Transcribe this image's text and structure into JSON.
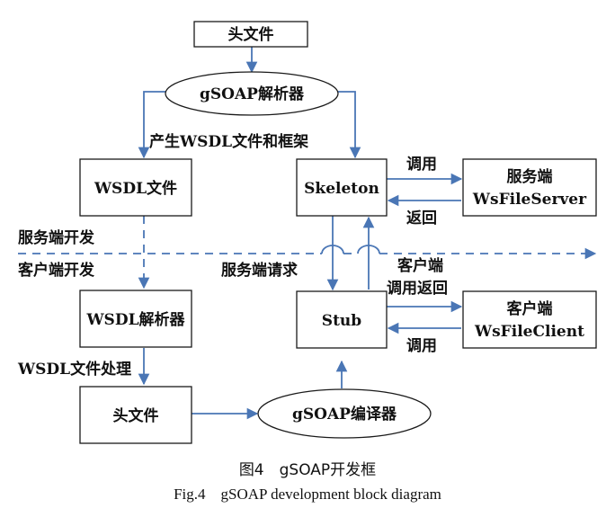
{
  "nodes": {
    "header_top": "头文件",
    "gsoap_parser": "gSOAP解析器",
    "wsdl_file": "WSDL文件",
    "skeleton": "Skeleton",
    "server_line1": "服务端",
    "server_line2": "WsFileServer",
    "wsdl_parser": "WSDL解析器",
    "stub": "Stub",
    "client_line1": "客户端",
    "client_line2": "WsFileClient",
    "header_bottom": "头文件",
    "gsoap_compiler": "gSOAP编译器"
  },
  "labels": {
    "generate": "产生WSDL文件和框架",
    "call_top": "调用",
    "return_top": "返回",
    "server_dev": "服务端开发",
    "client_dev": "客户端开发",
    "server_request": "服务端请求",
    "client_call_return_1": "客户端",
    "client_call_return_2": "调用返回",
    "call_bottom": "调用",
    "wsdl_processing": "WSDL文件处理"
  },
  "caption": {
    "cn": "图4　gSOAP开发框",
    "en": "Fig.4　gSOAP development block diagram"
  },
  "colors": {
    "arrow": "#4a76b5",
    "border": "#1a1a1a"
  }
}
